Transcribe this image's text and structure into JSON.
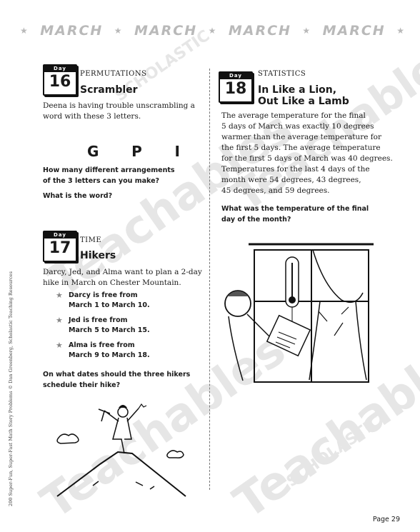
{
  "banner": {
    "words": [
      "MARCH",
      "MARCH",
      "MARCH",
      "MARCH"
    ]
  },
  "watermark": {
    "brand": "Teachables",
    "publisher": "SCHOLASTIC"
  },
  "side_credit": "200 Super-Fun, Super-Fast Math Story Problems © Dan Greenberg, Scholastic Teaching Resources",
  "day16": {
    "tab": "Day",
    "number": "16",
    "category": "PERMUTATIONS",
    "title": "Scrambler",
    "body": [
      "Deena is having trouble unscrambling a",
      "word with these 3 letters."
    ],
    "letters": [
      "G",
      "P",
      "I"
    ],
    "question1": [
      "How many different arrangements",
      "of the 3 letters can you make?"
    ],
    "question2": "What is the word?"
  },
  "day17": {
    "tab": "Day",
    "number": "17",
    "category": "TIME",
    "title": "Hikers",
    "body": [
      "Darcy, Jed, and Alma want to plan a 2-day",
      "hike in March on Chester Mountain."
    ],
    "bullets": [
      [
        "Darcy is free from",
        "March 1 to March 10."
      ],
      [
        "Jed is free from",
        "March 5 to March 15."
      ],
      [
        "Alma is free from",
        "March 9 to March 18."
      ]
    ],
    "question": [
      "On what dates should the three hikers",
      "schedule their hike?"
    ]
  },
  "day18": {
    "tab": "Day",
    "number": "18",
    "category": "STATISTICS",
    "title": [
      "In Like a Lion,",
      "Out Like a Lamb"
    ],
    "body": [
      "The average temperature for the final",
      "5 days of March was exactly 10 degrees",
      "warmer than the average temperature for",
      "the first 5 days. The average temperature",
      "for the first 5 days of March was 40 degrees.",
      "Temperatures for the last 4 days of the",
      "month were 54 degrees, 43 degrees,",
      "45 degrees, and 59 degrees."
    ],
    "question": [
      "What was the temperature of the final",
      "day of the month?"
    ]
  },
  "page": "Page 29"
}
